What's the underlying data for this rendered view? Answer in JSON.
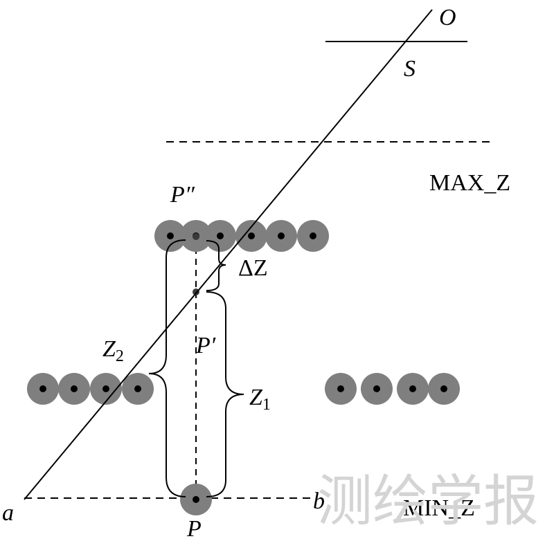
{
  "labels": {
    "O": "O",
    "S": "S",
    "max_z": "MAX_Z",
    "min_z": "MIN_Z",
    "p_double": "P″",
    "p_prime": "P′",
    "p": "P",
    "delta_z": "ΔZ",
    "z1_main": "Z",
    "z1_sub": "1",
    "z2_main": "Z",
    "z2_sub": "2",
    "a": "a",
    "b": "b"
  },
  "watermark": "测绘学报",
  "colors": {
    "ink": "#000000",
    "point_halo": "#7f7f7f",
    "point_core": "#000000",
    "watermark": "#d4d4d4"
  }
}
